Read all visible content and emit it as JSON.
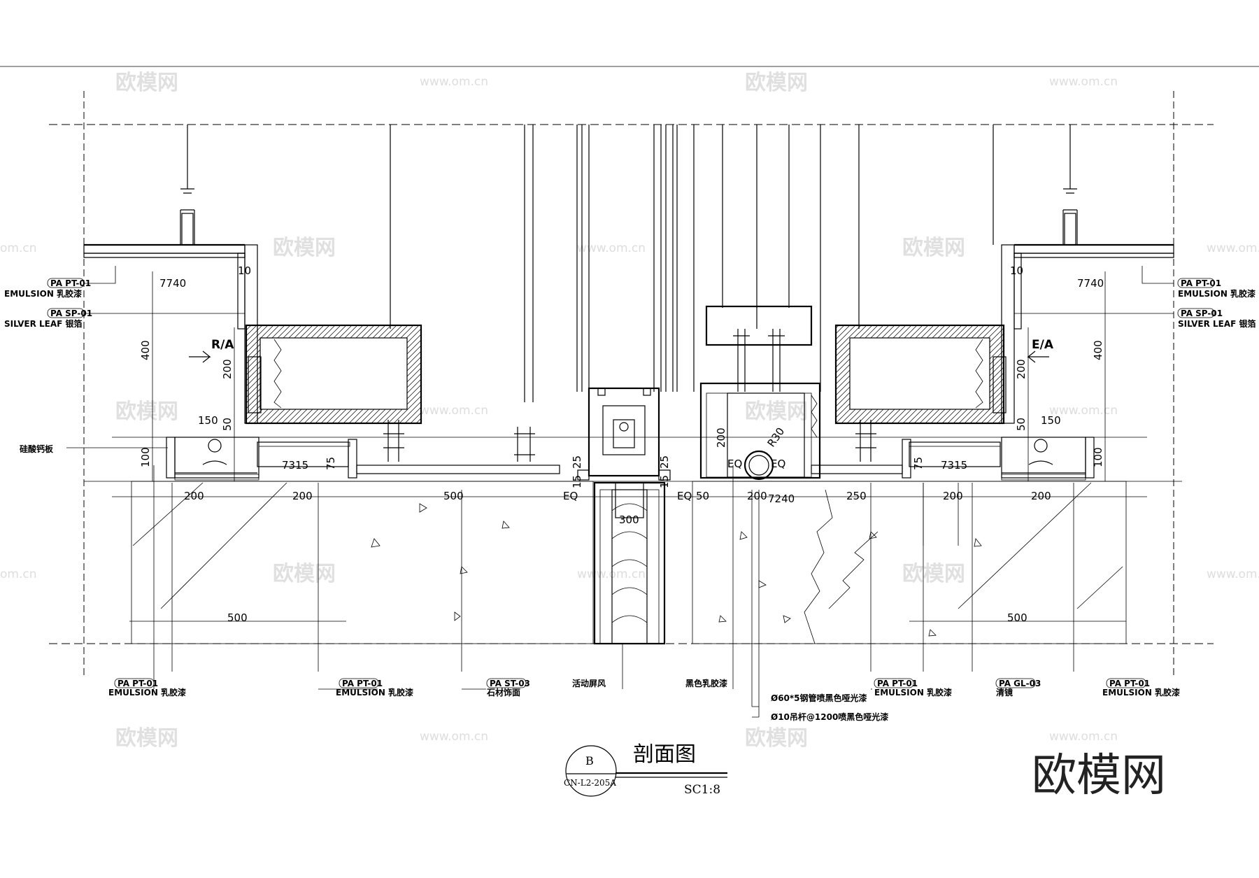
{
  "dims": {
    "d7740": "7740",
    "d400": "400",
    "d200": "200",
    "d150": "150",
    "d50": "50",
    "d100": "100",
    "d7315": "7315",
    "d75": "75",
    "d500": "500",
    "d25": "25",
    "d15": "15",
    "eq": "EQ",
    "d300": "300",
    "r30": "R30",
    "d7240": "7240",
    "d250": "250",
    "d10": "10"
  },
  "labels": {
    "pt01_code": "PA PT-01",
    "pt01_text": "EMULSION 乳胶漆",
    "sp01_code": "PA SP-01",
    "sp01_text": "SILVER LEAF 银箔",
    "st03_code": "PA ST-03",
    "st03_text": "石材饰面",
    "gl03_code": "PA GL-03",
    "gl03_text": "清镜",
    "calcium_board": "硅酸钙板",
    "screen": "活动屏风",
    "black_paint": "黑色乳胶漆",
    "pipe_note": "Ø60*5钢管喷黑色哑光漆",
    "rod_note": "Ø10吊杆@1200喷黑色哑光漆",
    "section_ra": "R/A",
    "section_ea": "E/A"
  },
  "title": {
    "name": "剖面图",
    "bubble": "B",
    "sheet_ref": "CN-L2-205A",
    "scale": "SC1:8"
  },
  "watermark": {
    "brand": "欧模网",
    "url": "www.om.cn",
    "short_url": "om.cn"
  }
}
